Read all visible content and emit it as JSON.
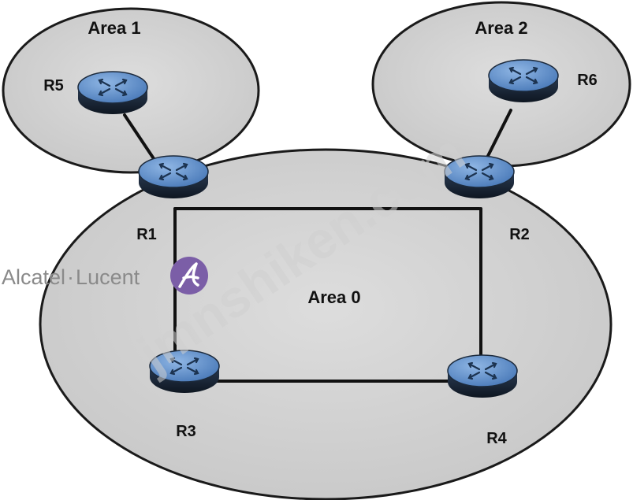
{
  "areas": {
    "area1": "Area 1",
    "area2": "Area 2",
    "area0": "Area 0"
  },
  "routers": {
    "r1": "R1",
    "r2": "R2",
    "r3": "R3",
    "r4": "R4",
    "r5": "R5",
    "r6": "R6"
  },
  "brand": {
    "name_left": "Alcatel",
    "separator": "·",
    "name_right": "Lucent"
  },
  "watermark": "jmnshiken.com",
  "colors": {
    "area_fill": "#d4d4d4",
    "area_stroke": "#1a1a1a",
    "router_top": "#5a8bc8",
    "router_side": "#1c2a3c",
    "link": "#111111",
    "brand_logo": "#7b5ea7"
  },
  "icons": {
    "router": "router-icon",
    "logo": "alcatel-lucent-logo-icon"
  }
}
